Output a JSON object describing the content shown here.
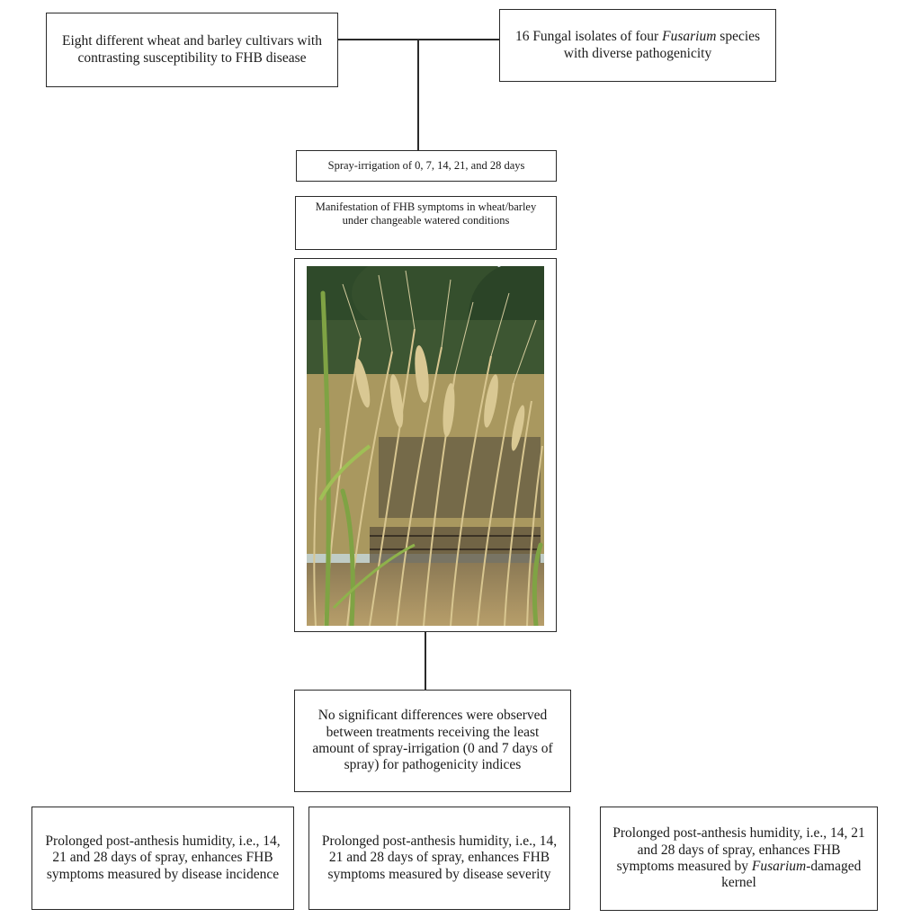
{
  "cultivars": {
    "text": "Eight different wheat and barley cultivars with contrasting susceptibility to FHB disease"
  },
  "fungal": {
    "prefix": "16 Fungal isolates of four ",
    "italic": "Fusarium",
    "suffix": " species with diverse pathogenicity"
  },
  "spray": {
    "text": "Spray-irrigation of 0, 7, 14, 21, and 28 days"
  },
  "manifestation": {
    "text": "Manifestation of FHB symptoms in wheat/barley under changeable watered conditions"
  },
  "no_significant": {
    "text": "No significant differences were observed between treatments receiving the least amount of spray-irrigation (0 and 7 days of spray) for pathogenicity indices"
  },
  "outcomes": {
    "incidence": "Prolonged post-anthesis humidity, i.e., 14, 21 and 28 days of spray, enhances FHB symptoms measured by disease incidence",
    "severity": "Prolonged post-anthesis humidity, i.e., 14, 21 and 28 days of spray, enhances FHB symptoms measured by disease severity",
    "kernel_prefix": "Prolonged post-anthesis humidity, i.e., 14, 21 and 28 days of spray, enhances FHB symptoms measured by ",
    "kernel_italic": "Fusarium",
    "kernel_suffix": "-damaged kernel"
  },
  "colors": {
    "border": "#2a2a2a",
    "sky": "#d9e3ea",
    "foliage": "#2f4a2a",
    "straw": "#c9b27c",
    "green_stem": "#7fa344"
  }
}
